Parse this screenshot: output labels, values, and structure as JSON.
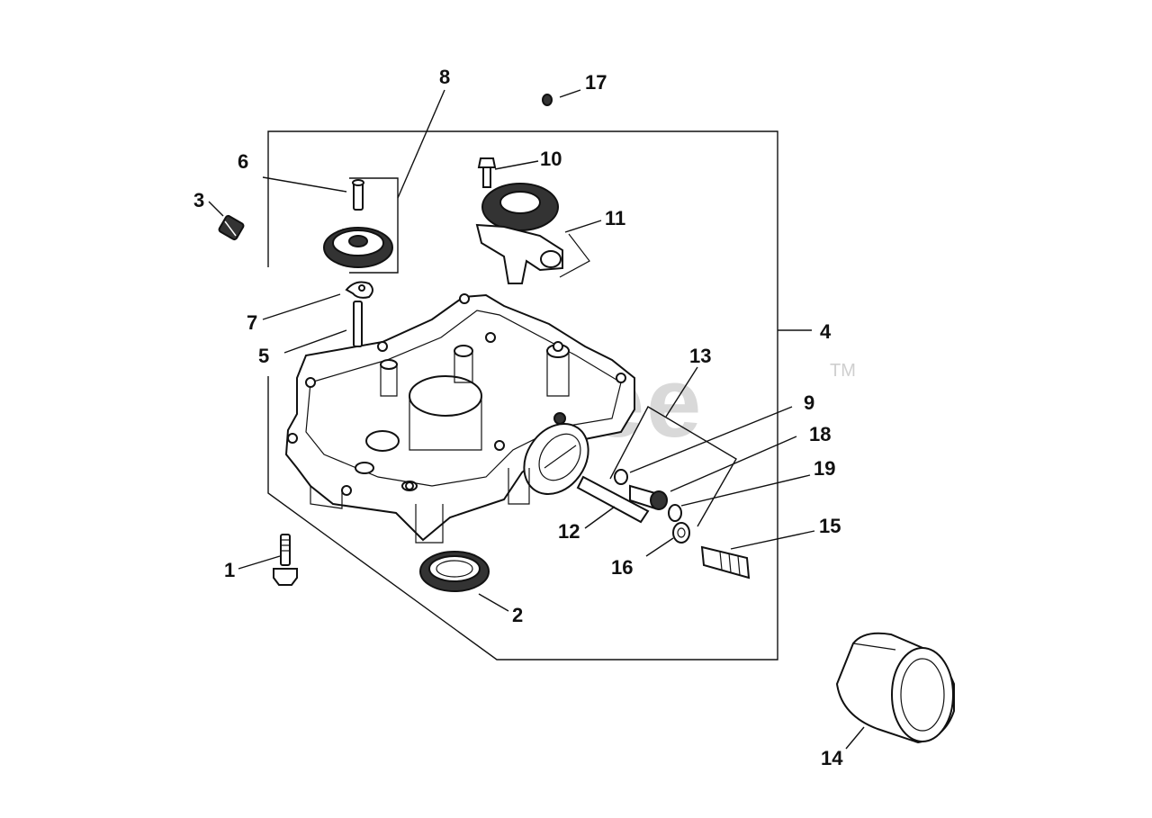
{
  "watermark": {
    "text": "PartTree",
    "trademark": "TM"
  },
  "callouts": [
    {
      "id": "1",
      "label": "1"
    },
    {
      "id": "2",
      "label": "2"
    },
    {
      "id": "3",
      "label": "3"
    },
    {
      "id": "4",
      "label": "4"
    },
    {
      "id": "5",
      "label": "5"
    },
    {
      "id": "6",
      "label": "6"
    },
    {
      "id": "7",
      "label": "7"
    },
    {
      "id": "8",
      "label": "8"
    },
    {
      "id": "9",
      "label": "9"
    },
    {
      "id": "10",
      "label": "10"
    },
    {
      "id": "11",
      "label": "11"
    },
    {
      "id": "12",
      "label": "12"
    },
    {
      "id": "13",
      "label": "13"
    },
    {
      "id": "14",
      "label": "14"
    },
    {
      "id": "15",
      "label": "15"
    },
    {
      "id": "16",
      "label": "16"
    },
    {
      "id": "17",
      "label": "17"
    },
    {
      "id": "18",
      "label": "18"
    },
    {
      "id": "19",
      "label": "19"
    }
  ]
}
